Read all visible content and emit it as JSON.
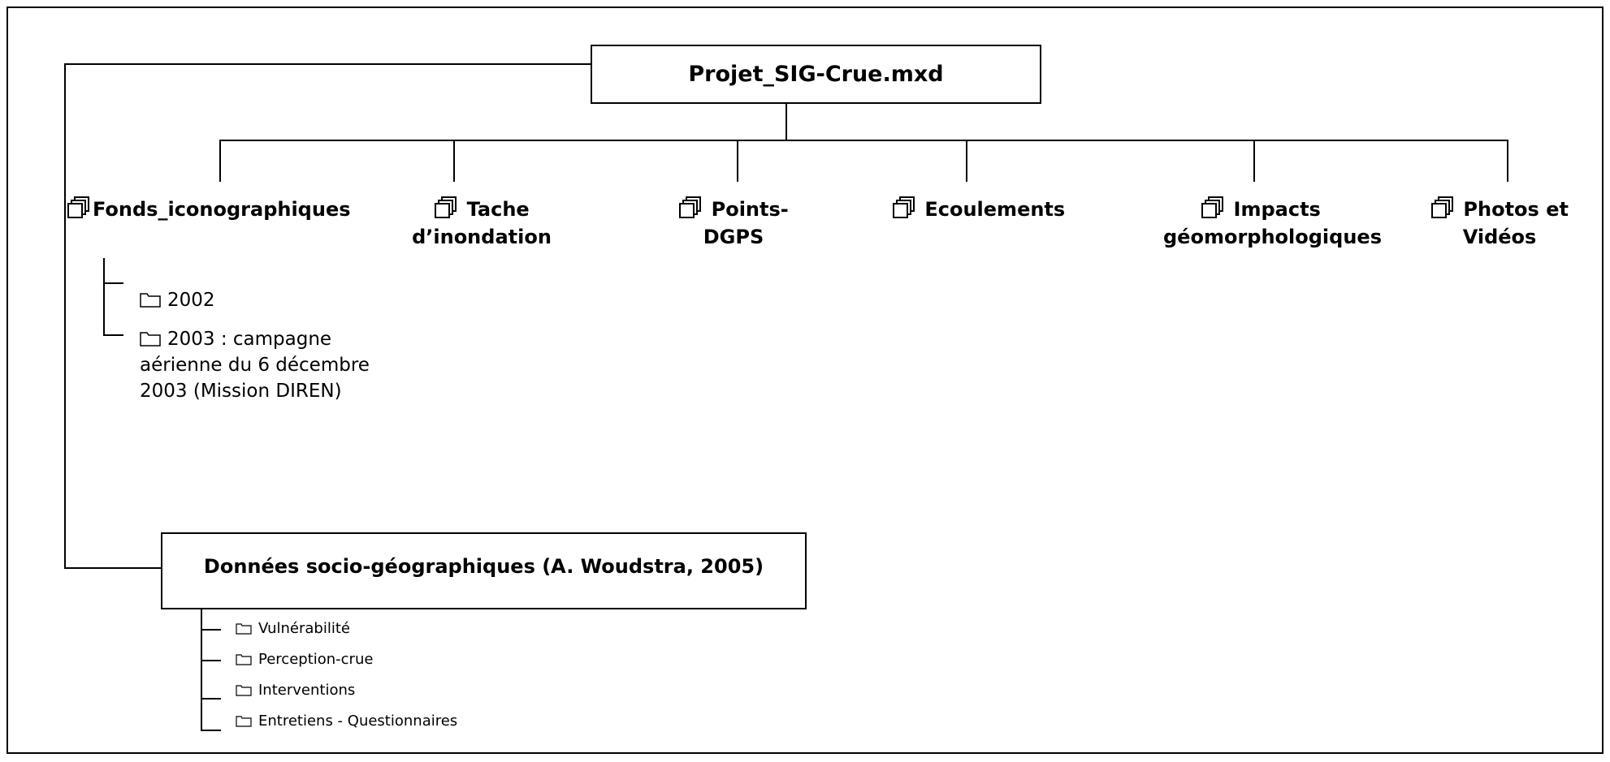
{
  "root": {
    "label": "Projet_SIG-Crue.mxd"
  },
  "layers": [
    {
      "line1": "Fonds_iconographiques",
      "line2": ""
    },
    {
      "line1": "Tache",
      "line2": "d’inondation"
    },
    {
      "line1": "Points-",
      "line2": "DGPS"
    },
    {
      "line1": "Ecoulements",
      "line2": ""
    },
    {
      "line1": "Impacts",
      "line2": "géomorphologiques"
    },
    {
      "line1": "Photos et",
      "line2": "Vidéos"
    }
  ],
  "fonds_children": [
    {
      "lines": [
        "2002"
      ]
    },
    {
      "lines": [
        "2003 : campagne",
        "aérienne du 6 décembre",
        "2003 (Mission DIREN)"
      ]
    }
  ],
  "socio": {
    "label": "Données socio-géographiques (A. Woudstra, 2005)",
    "children": [
      "Vulnérabilité",
      "Perception-crue",
      "Interventions",
      "Entretiens - Questionnaires"
    ]
  },
  "icons": {
    "layer": "layer-stack-icon",
    "folder": "folder-icon"
  }
}
